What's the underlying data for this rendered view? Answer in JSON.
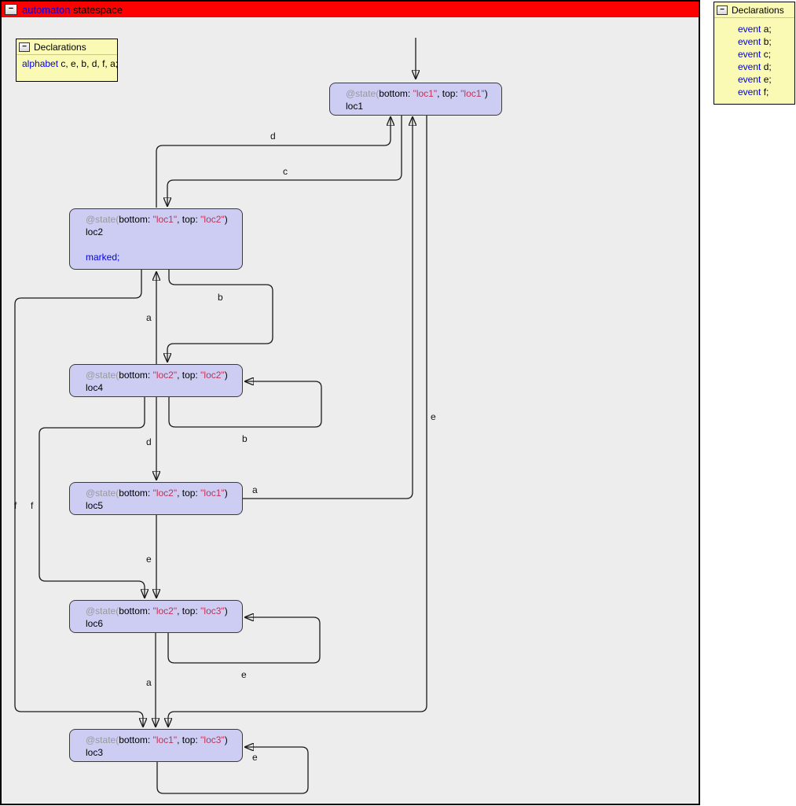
{
  "window": {
    "title_keyword": "automaton",
    "title_name": " statespace",
    "minimize_glyph": "−"
  },
  "alphabet_box": {
    "header": "Declarations",
    "minimize_glyph": "−",
    "keyword": "alphabet",
    "value": " c, e, b, d, f, a;"
  },
  "declarations_panel": {
    "header": "Declarations",
    "minimize_glyph": "−",
    "event_keyword": "event",
    "events": [
      " a;",
      " b;",
      " c;",
      " d;",
      " e;",
      " f;"
    ]
  },
  "tokens": {
    "at_state": "@state(",
    "bottom_key": "bottom: ",
    "top_key": ", top: ",
    "close_paren": ")"
  },
  "nodes": [
    {
      "id": "loc1",
      "bottom": "\"loc1\"",
      "top": "\"loc1\""
    },
    {
      "id": "loc2",
      "bottom": "\"loc1\"",
      "top": "\"loc2\"",
      "extra": "marked;"
    },
    {
      "id": "loc4",
      "bottom": "\"loc2\"",
      "top": "\"loc2\""
    },
    {
      "id": "loc5",
      "bottom": "\"loc2\"",
      "top": "\"loc1\""
    },
    {
      "id": "loc6",
      "bottom": "\"loc2\"",
      "top": "\"loc3\""
    },
    {
      "id": "loc3",
      "bottom": "\"loc1\"",
      "top": "\"loc3\""
    }
  ],
  "edges": [
    {
      "label": "d",
      "from": "loc2",
      "to": "loc1"
    },
    {
      "label": "c",
      "from": "loc1",
      "to": "loc2"
    },
    {
      "label": "b",
      "from": "loc2",
      "to": "loc4"
    },
    {
      "label": "a",
      "from": "loc4",
      "to": "loc2"
    },
    {
      "label": "b",
      "from": "loc4",
      "to": "loc4"
    },
    {
      "label": "d",
      "from": "loc4",
      "to": "loc5"
    },
    {
      "label": "f",
      "from": "loc2",
      "to": "loc3"
    },
    {
      "label": "f",
      "from": "loc4",
      "to": "loc6"
    },
    {
      "label": "a",
      "from": "loc5",
      "to": "loc1"
    },
    {
      "label": "e",
      "from": "loc1",
      "to": "loc3"
    },
    {
      "label": "e",
      "from": "loc5",
      "to": "loc6"
    },
    {
      "label": "e",
      "from": "loc6",
      "to": "loc6"
    },
    {
      "label": "a",
      "from": "loc6",
      "to": "loc3"
    },
    {
      "label": "e",
      "from": "loc3",
      "to": "loc3"
    }
  ],
  "colors": {
    "titlebar": "#FF0000",
    "keyword_blue": "#0000E6",
    "string_red": "#C03358",
    "annotation_gray": "#999999",
    "node_fill": "#CDCDF4",
    "declarations_fill": "#FAFAB4",
    "window_bg": "#EDEDED"
  }
}
